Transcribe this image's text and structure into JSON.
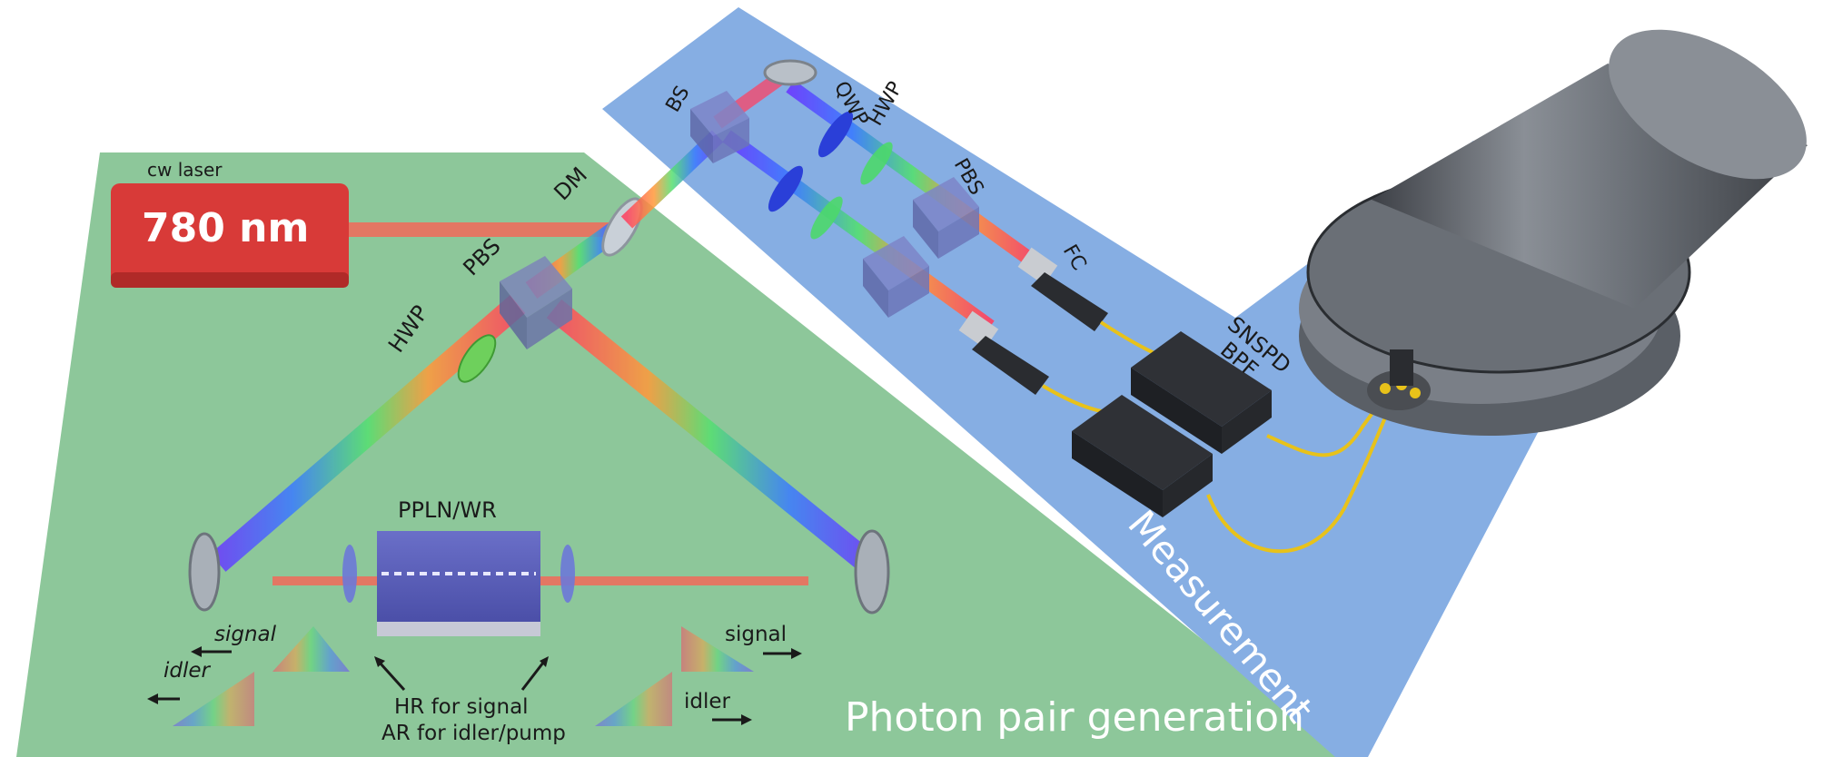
{
  "labels": {
    "cw_laser": "cw laser",
    "laser_wavelength": "780 nm",
    "dm": "DM",
    "pbs_left": "PBS",
    "hwp_left": "HWP",
    "ppln": "PPLN/WR",
    "signal_left": "signal",
    "idler_left": "idler",
    "signal_right": "signal",
    "idler_right": "idler",
    "hr_note": "HR for signal",
    "ar_note": "AR for idler/pump",
    "generation_section": "Photon pair generation",
    "bs": "BS",
    "qwp": "QWP",
    "hwp_right": "HWP",
    "pbs_right": "PBS",
    "fc": "FC",
    "snspd": "SNSPD",
    "bpf": "BPF",
    "measurement_section": "Measurement"
  },
  "colors": {
    "generation_panel": "#8dc79a",
    "measurement_panel": "#86aee3",
    "laser_body": "#d83a38",
    "pump_beam": "#f26a5a",
    "fiber": "#e8c21a",
    "detector": "#555a60"
  }
}
